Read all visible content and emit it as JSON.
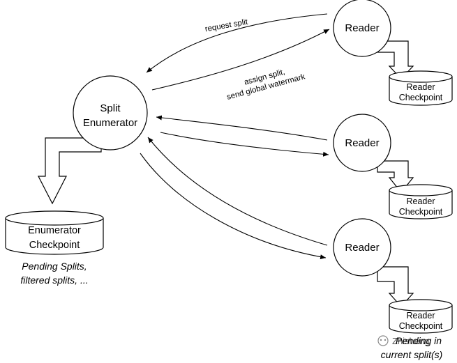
{
  "nodes": {
    "split_enumerator": {
      "line1": "Split",
      "line2": "Enumerator"
    },
    "reader_1": {
      "label": "Reader"
    },
    "reader_2": {
      "label": "Reader"
    },
    "reader_3": {
      "label": "Reader"
    }
  },
  "databases": {
    "enumerator_checkpoint": {
      "line1": "Enumerator",
      "line2": "Checkpoint"
    },
    "reader_checkpoint_1": {
      "line1": "Reader",
      "line2": "Checkpoint"
    },
    "reader_checkpoint_2": {
      "line1": "Reader",
      "line2": "Checkpoint"
    },
    "reader_checkpoint_3": {
      "line1": "Reader",
      "line2": "Checkpoint"
    }
  },
  "edge_labels": {
    "request_split": "request split",
    "assign_split_line1": "assign split,",
    "assign_split_line2": "send global watermark"
  },
  "notes": {
    "enumerator_note_line1": "Pending Splits,",
    "enumerator_note_line2": "filtered splits, ...",
    "reader_note_line1": "Pending in",
    "reader_note_line2": "current split(s)"
  },
  "watermark": {
    "text": "Zhisheng"
  }
}
